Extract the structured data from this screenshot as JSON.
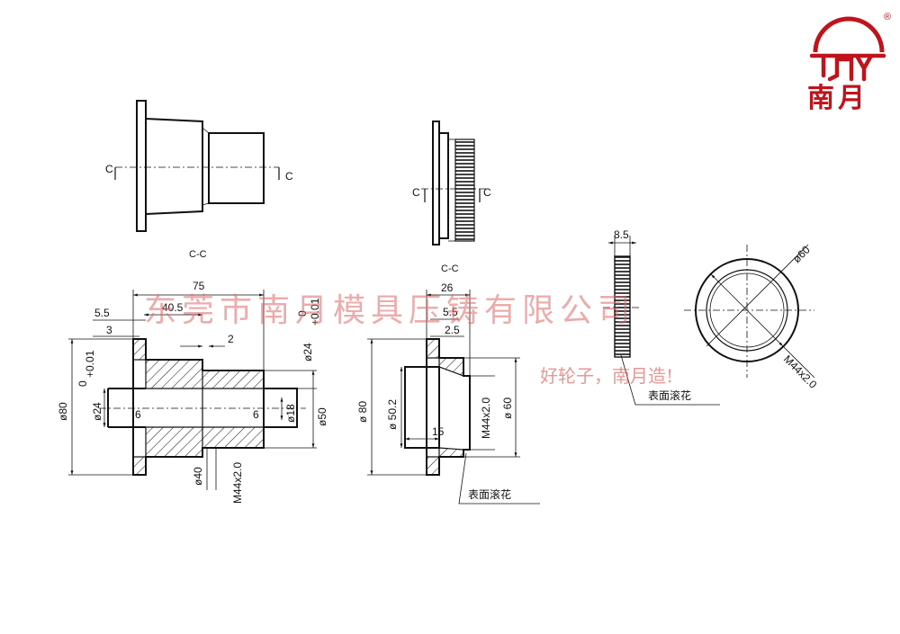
{
  "logo": {
    "text": "南月",
    "registered_mark": "®",
    "brand_color": "#c0141c"
  },
  "watermark": {
    "company": "东莞市南月模具压铸有限公司",
    "slogan": "好轮子，南月造!",
    "color": "#e06a6a"
  },
  "views": {
    "left_top": {
      "section_letter_left": "C",
      "section_letter_right": "C"
    },
    "middle_top": {
      "section_letter_left": "C",
      "section_letter_right": "C"
    },
    "left_section_label": "C-C",
    "middle_section_label": "C-C"
  },
  "left_drawing": {
    "dims": {
      "overall_length": "75",
      "hub_length": "40.5",
      "flange_5_5": "5.5",
      "flange_3": "3",
      "step_2": "2",
      "dia_80": "ø80",
      "dia_24_left": "ø24",
      "tol_left": "+0.01",
      "tol_left_zero": "0",
      "bore_6_left": "6",
      "bore_6_right": "6",
      "dia_18": "ø18",
      "dia_24_right": "ø24",
      "tol_right": "+0.01",
      "tol_right_zero": "0",
      "dia_50": "ø50",
      "dia_40": "ø40",
      "thread": "M44x2.0"
    }
  },
  "middle_drawing": {
    "dims": {
      "width_26": "26",
      "flange_5_5": "5.5",
      "flange_2_5": "2.5",
      "dia_80": "ø 80",
      "dia_50_2": "ø 50.2",
      "length_15": "15",
      "thread": "M44x2.0",
      "dia_60": "ø 60",
      "note": "表面滚花"
    }
  },
  "right_drawing": {
    "dims": {
      "width_8_5": "8.5",
      "dia_60": "ø60",
      "thread": "M44x2.0",
      "note": "表面滚花"
    }
  }
}
